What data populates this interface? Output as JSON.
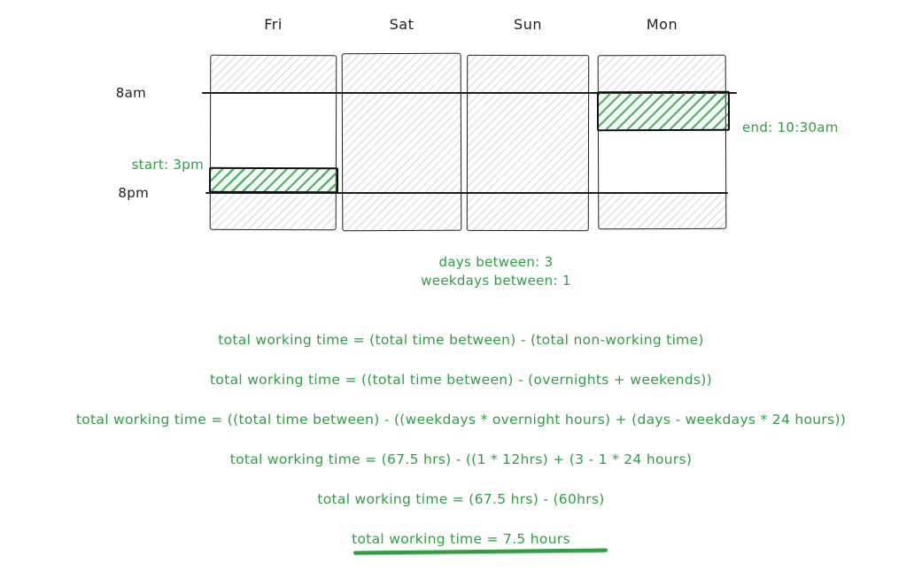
{
  "colors": {
    "accent": "#2f9e44",
    "ink": "#1e1e1e"
  },
  "timeline": {
    "day_labels": [
      "Fri",
      "Sat",
      "Sun",
      "Mon"
    ],
    "time_axis": {
      "morning": "8am",
      "evening": "8pm"
    },
    "start_annotation": "start: 3pm",
    "end_annotation": "end: 10:30am"
  },
  "summary": {
    "days_between": "days between: 3",
    "weekdays_between": "weekdays between: 1"
  },
  "formulas": [
    "total working time = (total time between) - (total non-working time)",
    "total working time = ((total time between) - (overnights + weekends))",
    "total working time = ((total time between) - ((weekdays * overnight hours) + (days - weekdays * 24 hours))",
    "total working time = (67.5 hrs) - ((1 * 12hrs) + (3 - 1 * 24 hours)",
    "total working time = (67.5 hrs) - (60hrs)",
    "total working time = 7.5 hours"
  ]
}
